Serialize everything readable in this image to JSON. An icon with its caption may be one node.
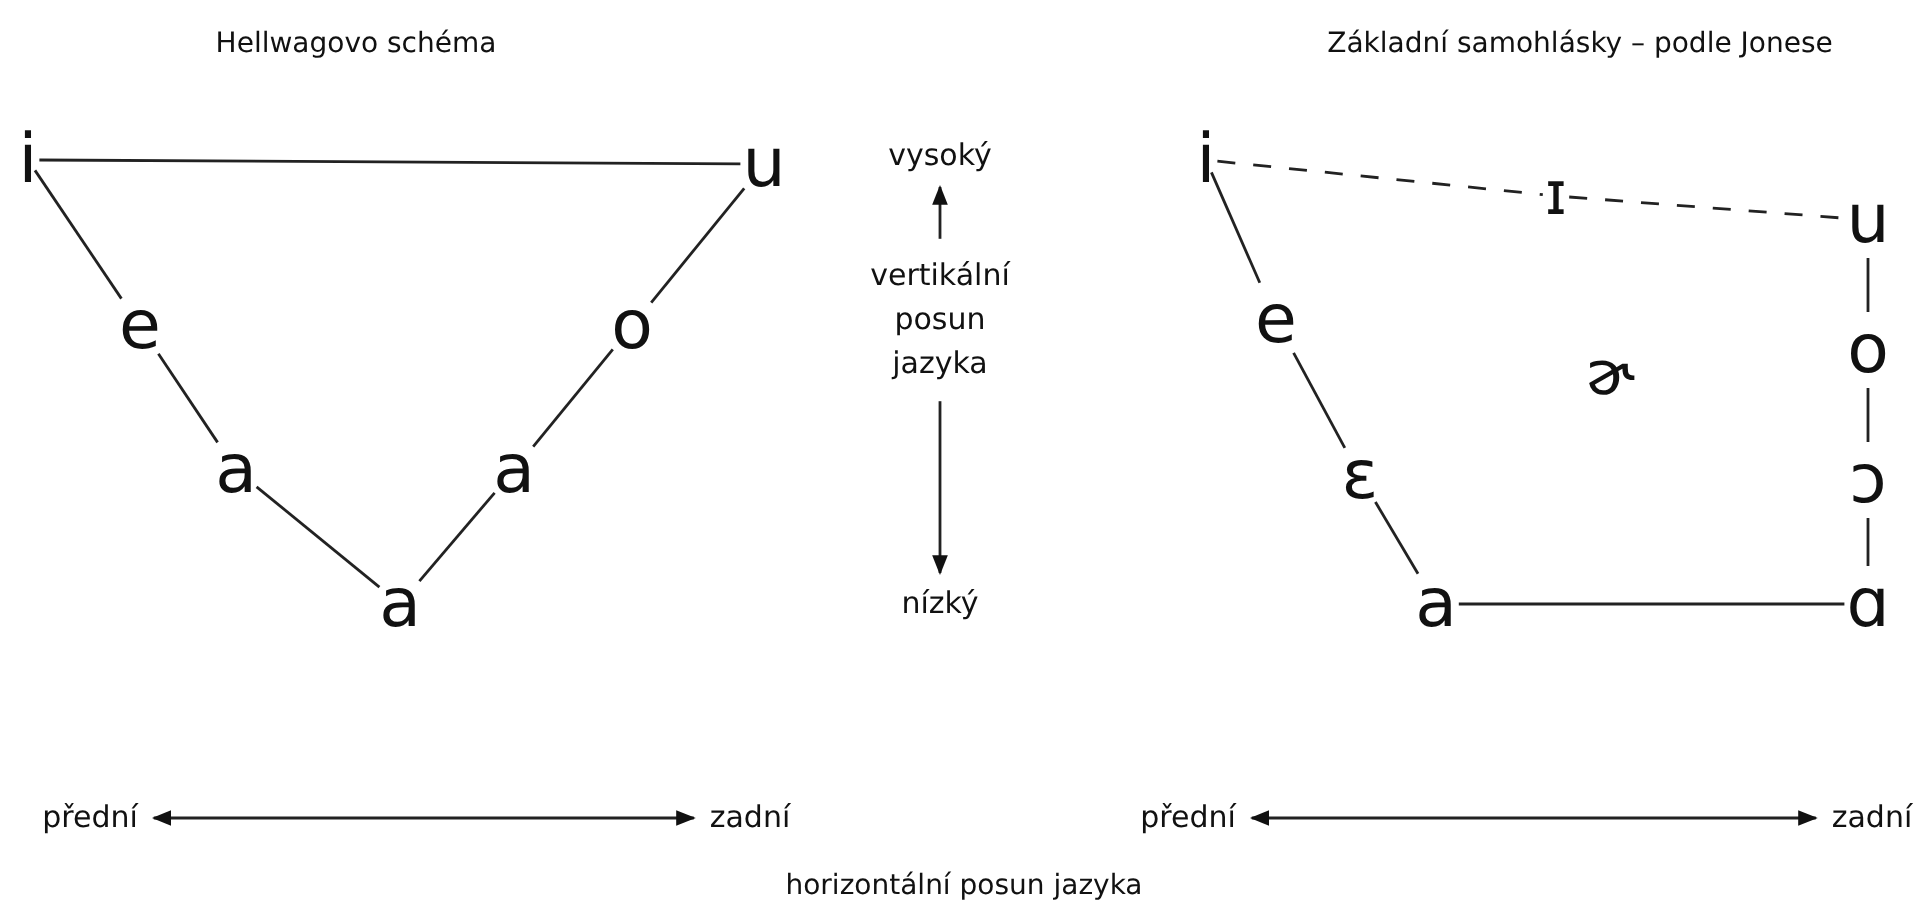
{
  "diagram": {
    "nodes": [
      {
        "text": [
          "i"
        ]
      },
      {
        "text": [
          "u"
        ]
      },
      {
        "text": [
          "e"
        ]
      },
      {
        "text": [
          "o"
        ]
      },
      {
        "text": [
          "a"
        ]
      },
      {
        "text": [
          "a"
        ]
      },
      {
        "text": [
          "a"
        ]
      },
      {
        "text": [
          "vysoký"
        ]
      },
      {
        "text": [
          "vertikální posun jazyka"
        ]
      },
      {
        "text": [
          "nízký"
        ]
      },
      {
        "text": [
          "i"
        ]
      },
      {
        "text": [
          "ɪ"
        ]
      },
      {
        "text": [
          "u"
        ]
      },
      {
        "text": [
          "e"
        ]
      },
      {
        "text": [
          "ɚ"
        ]
      },
      {
        "text": [
          "o"
        ]
      },
      {
        "text": [
          "ɛ"
        ]
      },
      {
        "text": [
          "ɔ"
        ]
      },
      {
        "text": [
          "a"
        ]
      },
      {
        "text": [
          "ɑ"
        ]
      },
      {
        "text": [
          "přední"
        ]
      },
      {
        "text": [
          "zadní"
        ]
      },
      {
        "text": [
          "přední"
        ]
      },
      {
        "text": [
          "zadní"
        ]
      }
    ],
    "edges": [
      {
        "from": 0,
        "to": 1,
        "arrow": "none"
      },
      {
        "from": 0,
        "to": 2,
        "arrow": "none"
      },
      {
        "from": 2,
        "to": 4,
        "arrow": "none"
      },
      {
        "from": 4,
        "to": 6,
        "arrow": "none"
      },
      {
        "from": 6,
        "to": 5,
        "arrow": "none"
      },
      {
        "from": 5,
        "to": 3,
        "arrow": "none"
      },
      {
        "from": 3,
        "to": 1,
        "arrow": "none"
      },
      {
        "from": 8,
        "to": 7,
        "arrow": "to"
      },
      {
        "from": 8,
        "to": 9,
        "arrow": "to"
      },
      {
        "from": 10,
        "to": 11,
        "arrow": "none",
        "style": "dashed"
      },
      {
        "from": 11,
        "to": 12,
        "arrow": "none",
        "style": "dashed"
      },
      {
        "from": 10,
        "to": 13,
        "arrow": "none"
      },
      {
        "from": 13,
        "to": 16,
        "arrow": "none"
      },
      {
        "from": 16,
        "to": 18,
        "arrow": "none"
      },
      {
        "from": 18,
        "to": 19,
        "arrow": "none"
      },
      {
        "from": 12,
        "to": 15,
        "arrow": "none"
      },
      {
        "from": 15,
        "to": 17,
        "arrow": "none"
      },
      {
        "from": 17,
        "to": 19,
        "arrow": "none"
      },
      {
        "from": 20,
        "to": 21,
        "arrow": "both"
      },
      {
        "from": 22,
        "to": 23,
        "arrow": "both"
      }
    ],
    "labels": [
      "Hellwagovo schéma",
      "Základní samohlásky – podle Jonese",
      "horizontální posun jazyka"
    ]
  }
}
